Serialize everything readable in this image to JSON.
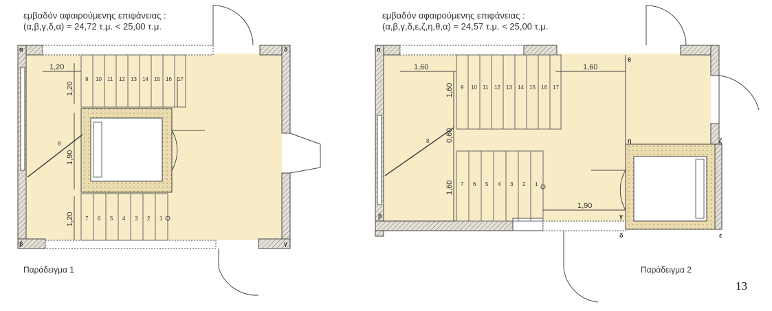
{
  "example1": {
    "caption_line1": "εμβαδόν αφαιρούμενης επιφάνειας :",
    "caption_line2": "(α,β,γ,δ,α) = 24,72 τ.μ. < 25,00 τ.μ.",
    "label": "Παράδειγμα 1",
    "dimensions": [
      "1,20",
      "1,20",
      "1,90",
      "1,20"
    ],
    "steps_top": [
      "9",
      "10",
      "11",
      "12",
      "13",
      "14",
      "15",
      "16",
      "17"
    ],
    "steps_bottom": [
      "7",
      "6",
      "5",
      "4",
      "3",
      "2",
      "1"
    ],
    "landing_step": "8",
    "corners": [
      "α",
      "β",
      "γ",
      "δ"
    ]
  },
  "example2": {
    "caption_line1": "εμβαδόν αφαιρούμενης επιφάνειας :",
    "caption_line2": "(α,β,γ,δ,ε,ζ,η,θ,α) = 24,57 τ.μ. < 25,00 τ.μ.",
    "label": "Παράδειγμα 2",
    "dimensions": [
      "1,60",
      "1,60",
      "1,60",
      "0,60",
      "1,60",
      "1,90"
    ],
    "steps_top": [
      "9",
      "10",
      "11",
      "12",
      "13",
      "14",
      "15",
      "16",
      "17"
    ],
    "steps_bottom": [
      "7",
      "6",
      "5",
      "4",
      "3",
      "2",
      "1"
    ],
    "landing_step": "8",
    "corners": [
      "α",
      "β",
      "γ",
      "δ",
      "ε",
      "ζ",
      "η",
      "θ"
    ]
  },
  "page_number": "13",
  "colors": {
    "floor_fill": "#f8ecc7",
    "wall_fill": "#d8d3c4",
    "line": "#444444"
  }
}
